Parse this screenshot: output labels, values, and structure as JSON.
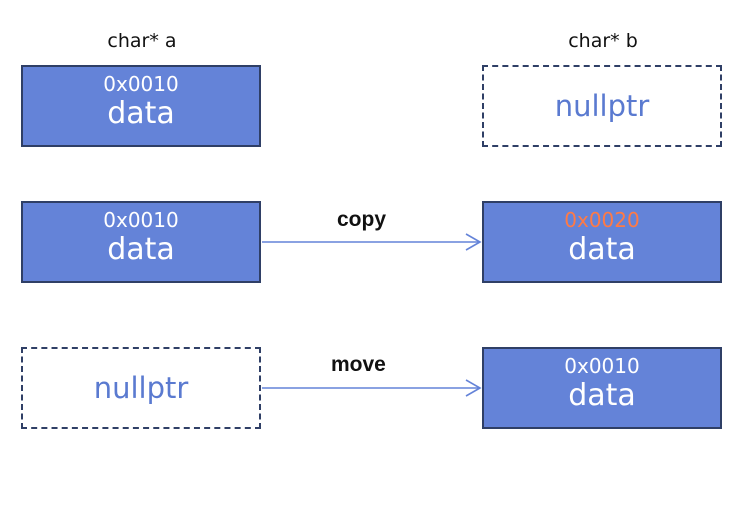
{
  "headers": {
    "a": "char* a",
    "b": "char* b"
  },
  "rows": [
    {
      "left": {
        "kind": "filled",
        "addr": "0x0010",
        "data": "data"
      },
      "op": "",
      "right": {
        "kind": "null",
        "text": "nullptr"
      }
    },
    {
      "left": {
        "kind": "filled",
        "addr": "0x0010",
        "data": "data"
      },
      "op": "copy",
      "right": {
        "kind": "filled",
        "addr": "0x0020",
        "data": "data",
        "addr_color": "#ff7a45"
      }
    },
    {
      "left": {
        "kind": "null",
        "text": "nullptr"
      },
      "op": "move",
      "right": {
        "kind": "filled",
        "addr": "0x0010",
        "data": "data"
      }
    }
  ],
  "colors": {
    "box_fill": "#6483d8",
    "box_border": "#2f3f66",
    "arrow": "#6483d8",
    "null_text": "#5a7ad0"
  }
}
